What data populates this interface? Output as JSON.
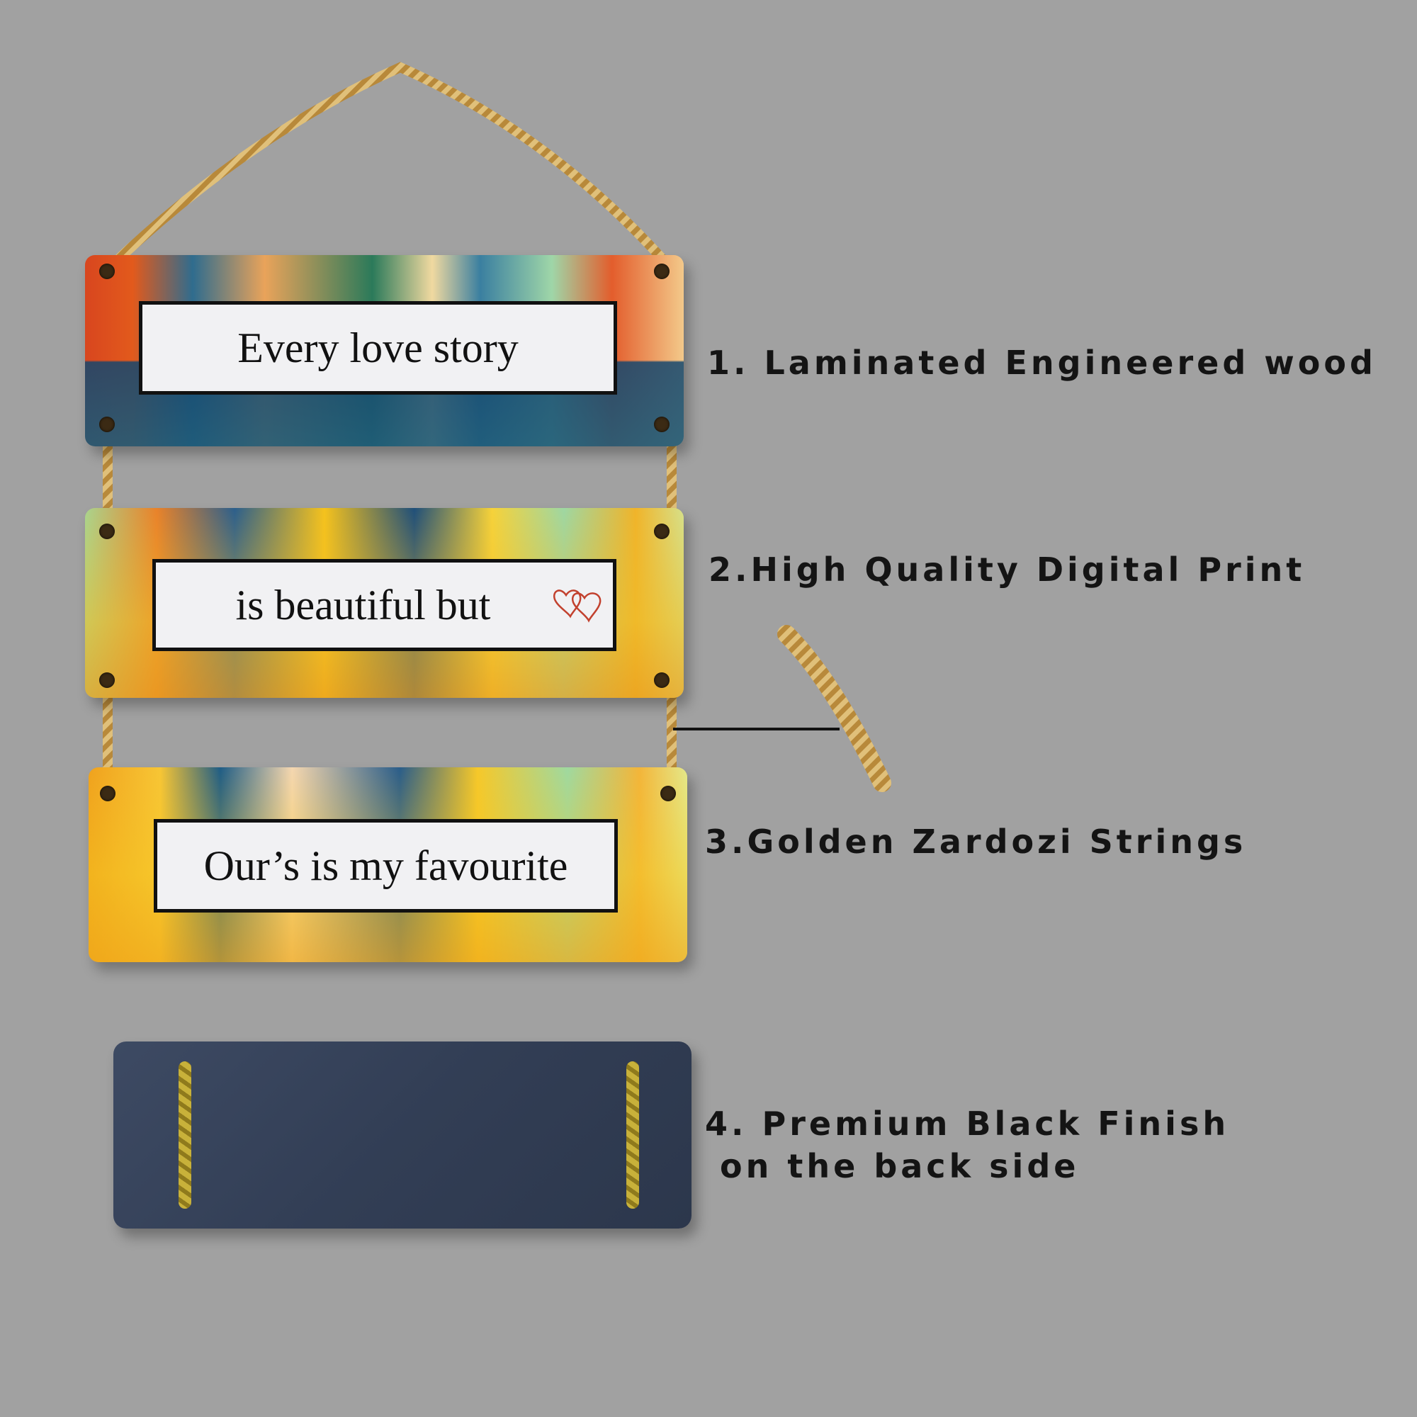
{
  "signs": [
    {
      "text": "Every love story"
    },
    {
      "text": "is beautiful but"
    },
    {
      "text": "Our’s is my favourite"
    }
  ],
  "features": [
    {
      "label": "1. Laminated Engineered wood"
    },
    {
      "label": "2.High Quality Digital Print"
    },
    {
      "label": "3.Golden Zardozi Strings"
    },
    {
      "label": "4. Premium Black Finish"
    },
    {
      "label": " on the back side"
    }
  ],
  "icons": {
    "decoration": "double-heart-icon",
    "cord": "golden-rope-sample-icon"
  },
  "colors": {
    "background": "#a1a1a1",
    "text": "#141414",
    "rope": "#c9a24a",
    "back_finish": "#323e55"
  }
}
